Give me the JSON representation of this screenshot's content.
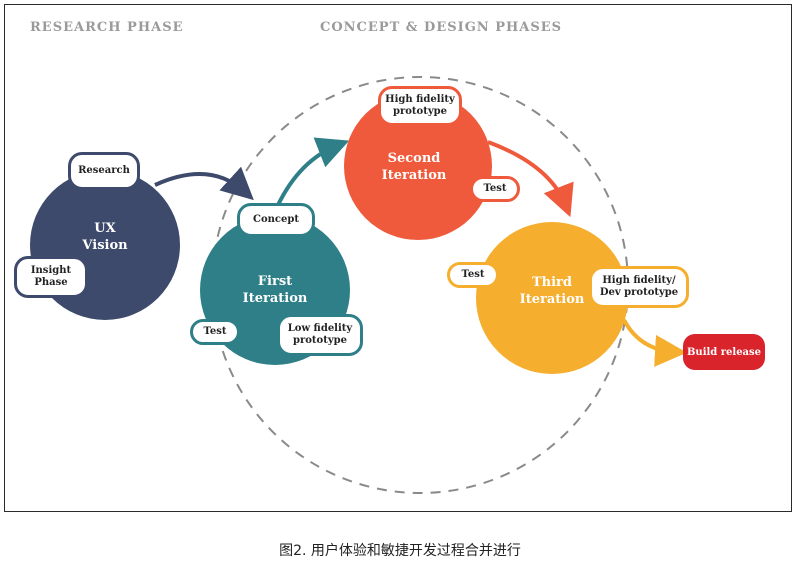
{
  "phases": {
    "research": "RESEARCH  PHASE",
    "concept": "CONCEPT & DESIGN  PHASES"
  },
  "circles": {
    "ux": {
      "title": "UX\nVision",
      "color": "#3d4a6b"
    },
    "first": {
      "title": "First\nIteration",
      "color": "#2e7f88"
    },
    "second": {
      "title": "Second\nIteration",
      "color": "#ef5a3c"
    },
    "third": {
      "title": "Third\nIteration",
      "color": "#f5ae2e"
    }
  },
  "labels": {
    "research": "Research",
    "insight": "Insight\nPhase",
    "concept": "Concept",
    "test_first": "Test",
    "low_fidelity": "Low fidelity\nprototype",
    "high_fidelity": "High fidelity\nprototype",
    "test_second": "Test",
    "test_third": "Test",
    "high_fidelity_dev": "High fidelity/\nDev prototype",
    "build_release": "Build release"
  },
  "caption": "图2. 用户体验和敏捷开发过程合并进行"
}
